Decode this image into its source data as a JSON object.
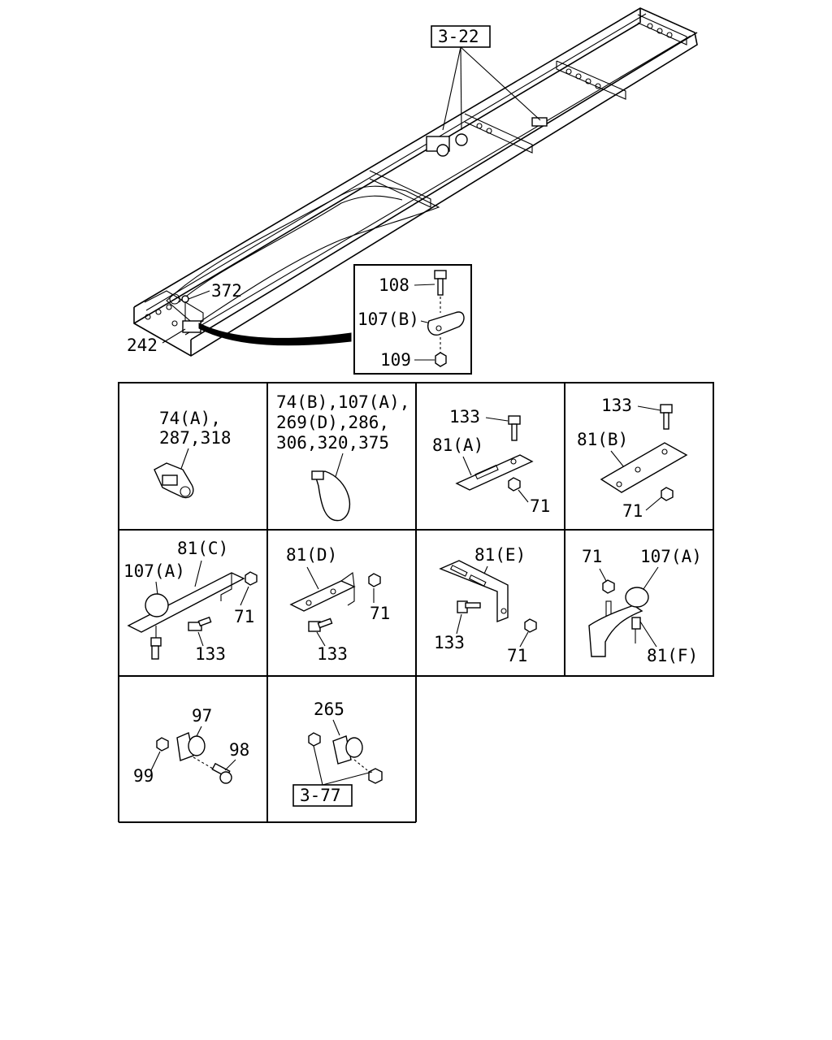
{
  "frame": {
    "ref_top": "3-22",
    "callout_372": "372",
    "callout_242": "242"
  },
  "inset": {
    "c108": "108",
    "c107b": "107(B)",
    "c109": "109"
  },
  "cells": {
    "r1c1": {
      "line1": "74(A),",
      "line2": "287,318"
    },
    "r1c2": {
      "line1": "74(B),107(A),",
      "line2": "269(D),286,",
      "line3": "306,320,375"
    },
    "r1c3": {
      "c133": "133",
      "c81a": "81(A)",
      "c71": "71"
    },
    "r1c4": {
      "c133": "133",
      "c81b": "81(B)",
      "c71": "71"
    },
    "r2c1": {
      "c81c": "81(C)",
      "c107a": "107(A)",
      "c71": "71",
      "c133": "133"
    },
    "r2c2": {
      "c81d": "81(D)",
      "c71": "71",
      "c133": "133"
    },
    "r2c3": {
      "c81e": "81(E)",
      "c133": "133",
      "c71": "71"
    },
    "r2c4": {
      "c71": "71",
      "c107a": "107(A)",
      "c81f": "81(F)"
    },
    "r3c1": {
      "c97": "97",
      "c98": "98",
      "c99": "99"
    },
    "r3c2": {
      "c265": "265",
      "ref": "3-77"
    }
  }
}
